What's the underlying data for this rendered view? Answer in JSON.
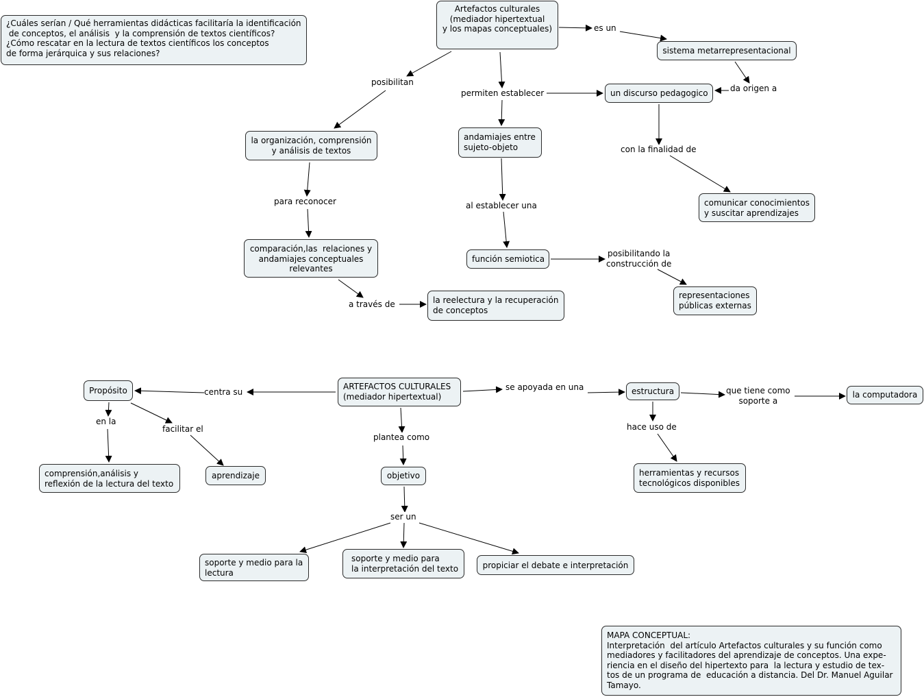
{
  "nodes": {
    "question": "¿Cuáles serían / Qué herramientas didácticas facilitaría la identificación\n de conceptos, el análisis  y la comprensión de textos científicos?\n¿Cómo rescatar en la lectura de textos científicos los conceptos\nde forma jerárquica y sus relaciones?",
    "artefactos_top": "Artefactos culturales\n(mediador hipertextual\ny los mapas conceptuales)",
    "sistema": "sistema metarrepresentacional",
    "discurso": "un discurso pedagogico",
    "organizacion": "la organización, comprensión\ny análisis de textos",
    "andamiajes": "andamiajes entre\nsujeto-objeto",
    "comunicar": "comunicar conocimientos\ny suscitar aprendizajes",
    "comparacion": "comparación,las  relaciones y\nandamiajes conceptuales\nrelevantes",
    "funcion": "función semiotica",
    "reelectura": "la reelectura y la recuperación\nde conceptos",
    "representaciones": "representaciones\npúblicas externas",
    "proposito": "Propósito",
    "artefactos_bottom": "ARTEFACTOS CULTURALES\n(mediador hipertextual)",
    "estructura": "estructura",
    "computadora": "la computadora",
    "comprension": "comprensión,análisis y\nreflexión de la lectura del texto",
    "aprendizaje": "aprendizaje",
    "objetivo": "objetivo",
    "herramientas": "herramientas y recursos\ntecnológicos disponibles",
    "soporte_lectura": "soporte y medio para la\nlectura",
    "soporte_interp": "soporte y medio para\nla interpretación del texto",
    "debate": "propiciar el debate e interpretación",
    "mapa": "MAPA CONCEPTUAL:\nInterpretación  del artículo Artefactos culturales y su función como\nmediadores y facilitadores del aprendizaje de conceptos. Una expe-\nriencia en el diseño del hipertexto para  la lectura y estudio de tex-\ntos de un programa de  educación a distancia. Del Dr. Manuel Aguilar\nTamayo."
  },
  "links": {
    "es_un": "es un",
    "posibilitan": "posibilitan",
    "permiten": "permiten establecer",
    "da_origen": "da origen a",
    "con_finalidad": "con la finalidad de",
    "para_reconocer": "para reconocer",
    "al_establecer": "al establecer una",
    "posibilitando": "posibilitando la\nconstrucción de",
    "a_traves": "a través de",
    "centra_su": "centra su",
    "se_apoyada": "se apoyada en una",
    "que_tiene": "que tiene como\nsoporte a",
    "en_la": "en la",
    "facilitar": "facilitar el",
    "plantea": "plantea como",
    "hace_uso": "hace uso de",
    "ser_un": "ser un"
  },
  "colors": {
    "node_fill": "#ecf2f4",
    "node_border": "#2a2a2a",
    "arrow": "#000000"
  }
}
